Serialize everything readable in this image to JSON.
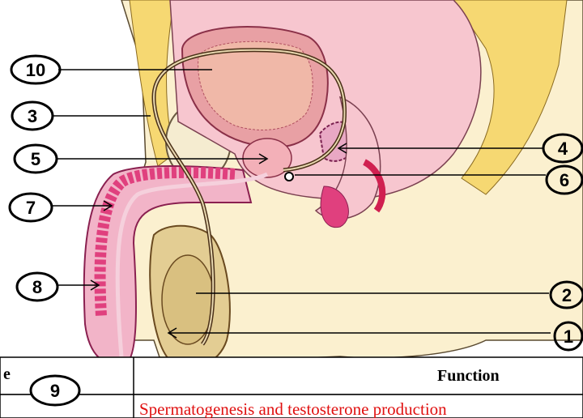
{
  "labels": [
    "1",
    "2",
    "3",
    "4",
    "5",
    "6",
    "7",
    "8",
    "9",
    "10"
  ],
  "table": {
    "col1_header_fragment": "e",
    "col2_header": "Function",
    "row1_function": "Spermatogenesis and testosterone production"
  },
  "colors": {
    "skin": "#fbf0cf",
    "fat": "#f6d872",
    "pink": "#f2b4c8",
    "magenta": "#e0407e",
    "bladder": "#e8a0a4",
    "testis": "#e3cd93",
    "outline": "#3a2a1a",
    "answer": "#e01010"
  }
}
